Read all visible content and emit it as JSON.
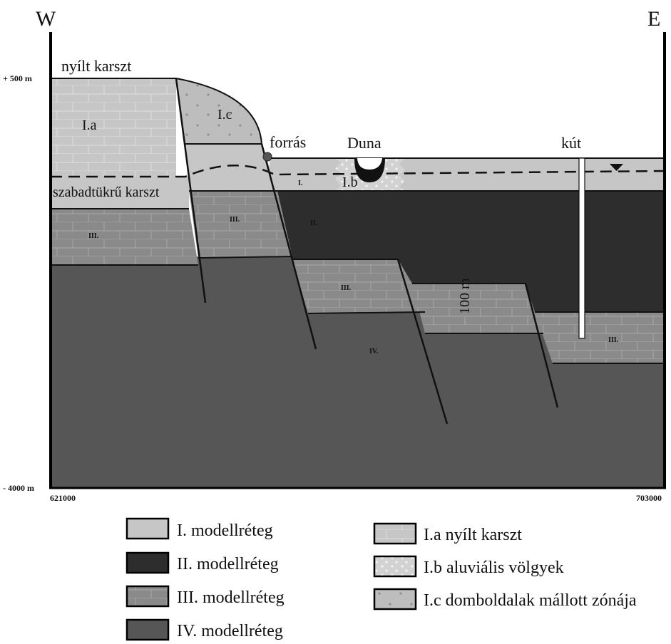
{
  "compass": {
    "west": "W",
    "east": "E"
  },
  "elevation": {
    "top": "+ 500 m",
    "bottom": "- 4000 m"
  },
  "coordinates": {
    "left": "621000",
    "right": "703000"
  },
  "annotations": {
    "open_karst": "nyílt karszt",
    "free_surface_karst": "szabadtükrű karszt",
    "spring": "forrás",
    "river": "Duna",
    "well": "kút",
    "thickness": "100 m"
  },
  "layer_labels": {
    "Ia": "I.a",
    "Ib": "I.b",
    "Ic": "I.c",
    "I": "I.",
    "II": "II.",
    "III": "III.",
    "IV": "IV."
  },
  "legend": {
    "left": [
      {
        "label": "I. modellréteg",
        "swatch": "layer1"
      },
      {
        "label": "II. modellréteg",
        "swatch": "layer2"
      },
      {
        "label": "III. modellréteg",
        "swatch": "layer3"
      },
      {
        "label": "IV. modellréteg",
        "swatch": "layer4"
      }
    ],
    "right": [
      {
        "label": "I.a nyílt karszt",
        "swatch": "brick-light"
      },
      {
        "label": "I.b aluviális völgyek",
        "swatch": "dots-light"
      },
      {
        "label": "I.c domboldalak mállott zónája",
        "swatch": "dots-gray"
      }
    ]
  },
  "colors": {
    "layer1": "#c6c6c6",
    "layer2": "#2d2d2d",
    "layer3": "#8a8a8a",
    "layer4": "#565656"
  }
}
